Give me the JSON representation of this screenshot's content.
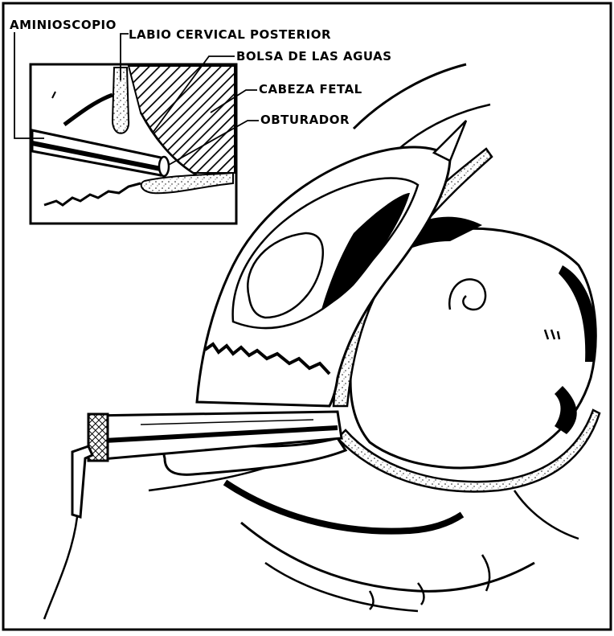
{
  "labels": {
    "amnioscope": "AMINIOSCOPIO",
    "posterior_cervical_lip": "LABIO CERVICAL POSTERIOR",
    "amniotic_sac": "BOLSA DE LAS AGUAS",
    "fetal_head": "CABEZA FETAL",
    "obturator": "OBTURADOR"
  },
  "colors": {
    "ink": "#000000",
    "paper": "#ffffff",
    "stipple": "#1a1a1a"
  }
}
